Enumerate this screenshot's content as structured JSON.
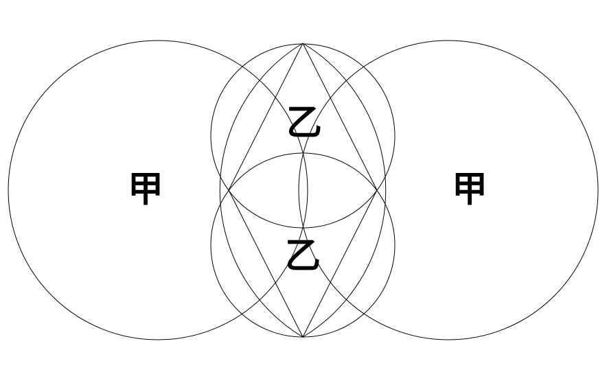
{
  "labels": {
    "left_big": "甲",
    "right_big": "甲",
    "upper_small": "乙",
    "lower_small": "乙"
  },
  "colors": {
    "stroke": "#000000",
    "text": "#000000",
    "background": "#ffffff"
  }
}
